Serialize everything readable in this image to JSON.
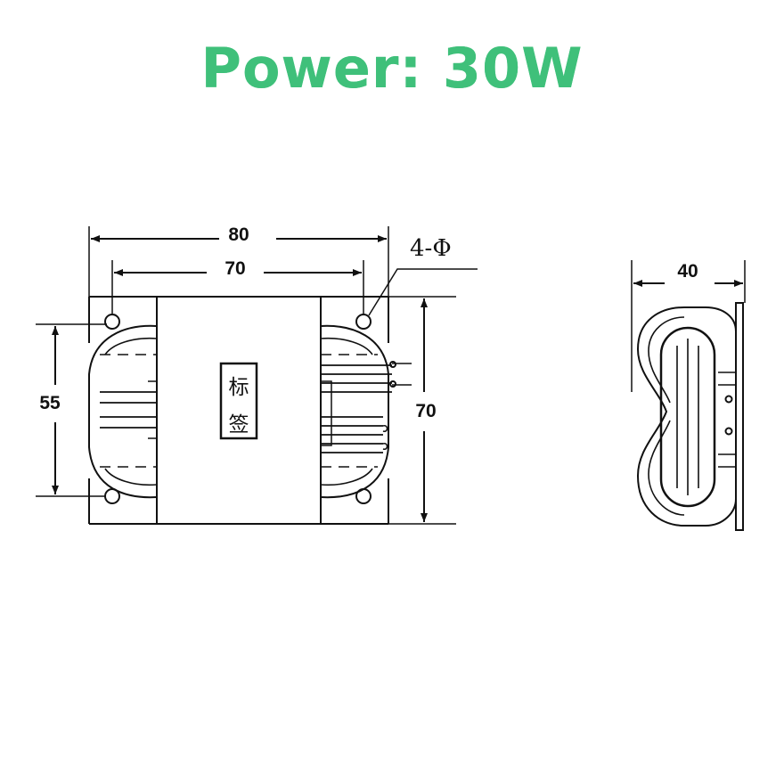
{
  "title": "Power: 30W",
  "front_view": {
    "overall_width": "80",
    "hole_spacing_width": "70",
    "hole_spacing_height": "55",
    "overall_height": "70",
    "holes_note": "4-Φ",
    "label_chars": [
      "标",
      "签"
    ]
  },
  "side_view": {
    "depth": "40"
  }
}
